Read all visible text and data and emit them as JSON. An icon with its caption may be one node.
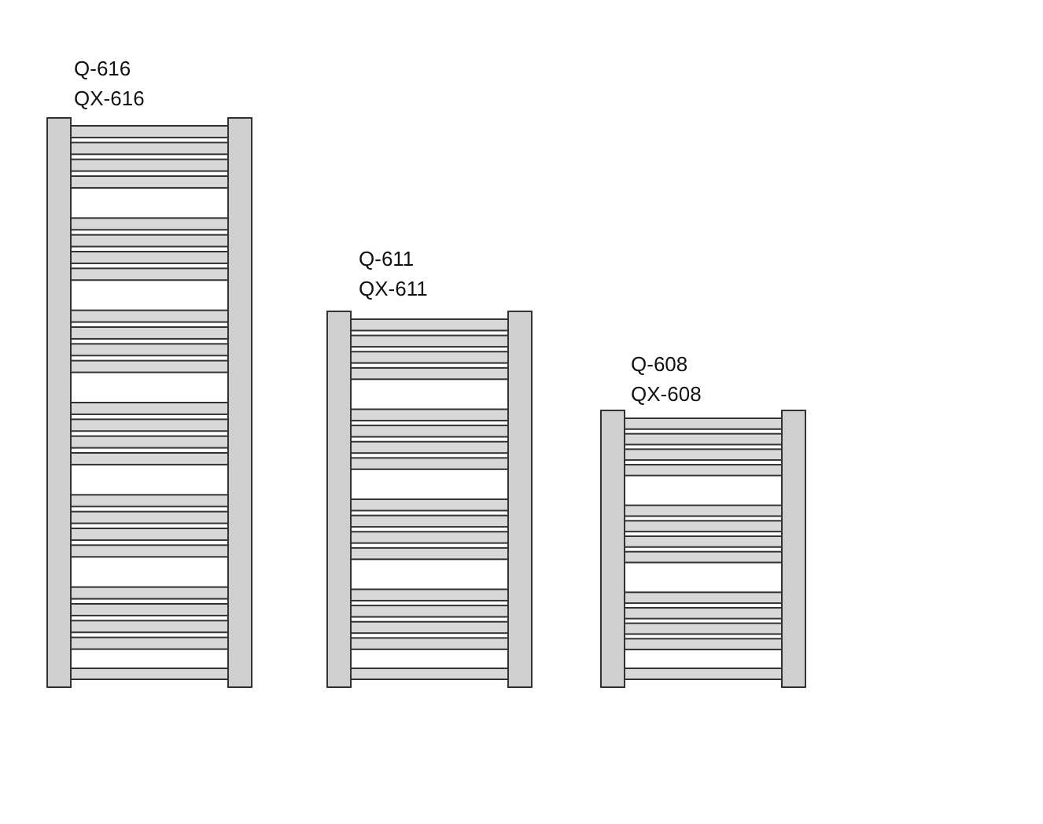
{
  "diagram": {
    "labels": [
      "Q-616",
      "QX-616",
      "Q-611",
      "QX-611",
      "Q-608",
      "QX-608"
    ]
  }
}
